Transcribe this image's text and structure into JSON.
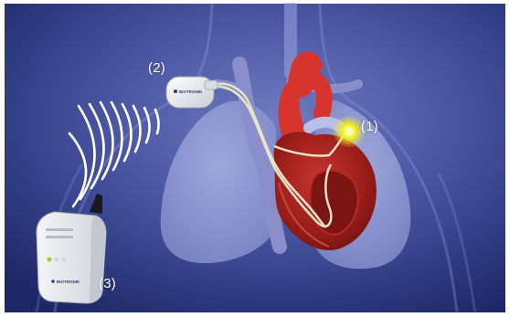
{
  "callouts": {
    "implant": "(1)",
    "pacemaker": "(2)",
    "transmitter": "(3)"
  },
  "device_brand": {
    "pacemaker": "BIOTRONIK",
    "transmitter": "BIOTRONIK"
  },
  "colors": {
    "background_dark": "#1b2766",
    "background_light": "#6f7cc0",
    "lung": "#8d97d2",
    "heart": "#a51f1b",
    "aorta": "#d8342e",
    "vena_cava": "#8a8fcb",
    "lead_wire": "#e8e2c9",
    "implant_glow": "#f7f41a",
    "device_casing": "#e9ecef"
  }
}
